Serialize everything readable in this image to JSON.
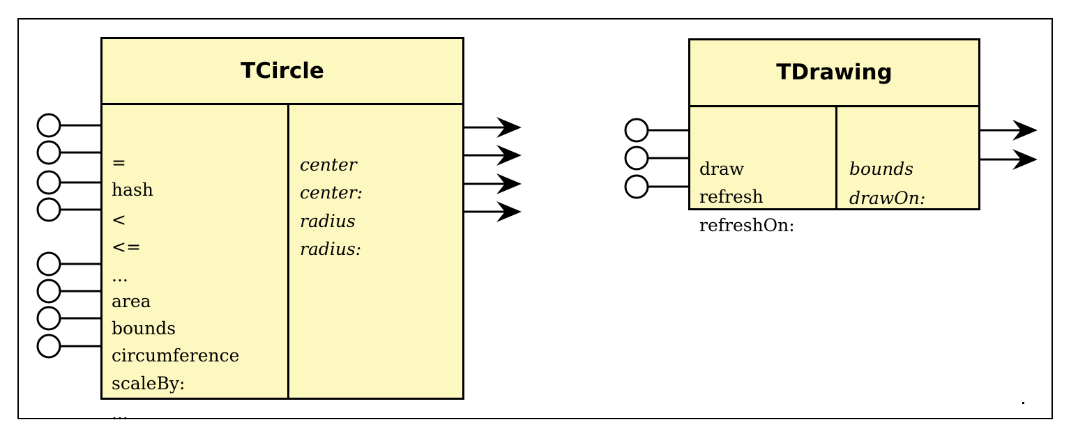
{
  "classes": [
    {
      "title": "TCircle",
      "public_methods": [
        "=",
        "hash",
        "<",
        "<=",
        "...",
        "area",
        "bounds",
        "circumference",
        "scaleBy:",
        "..."
      ],
      "private_methods": [
        "center",
        "center:",
        "radius",
        "radius:"
      ]
    },
    {
      "title": "TDrawing",
      "public_methods": [
        "draw",
        "refresh",
        "refreshOn:"
      ],
      "private_methods": [
        "bounds",
        "drawOn:"
      ]
    }
  ],
  "colors": {
    "box_fill": "#fdf8c0",
    "line": "#000000",
    "background": "#ffffff"
  }
}
